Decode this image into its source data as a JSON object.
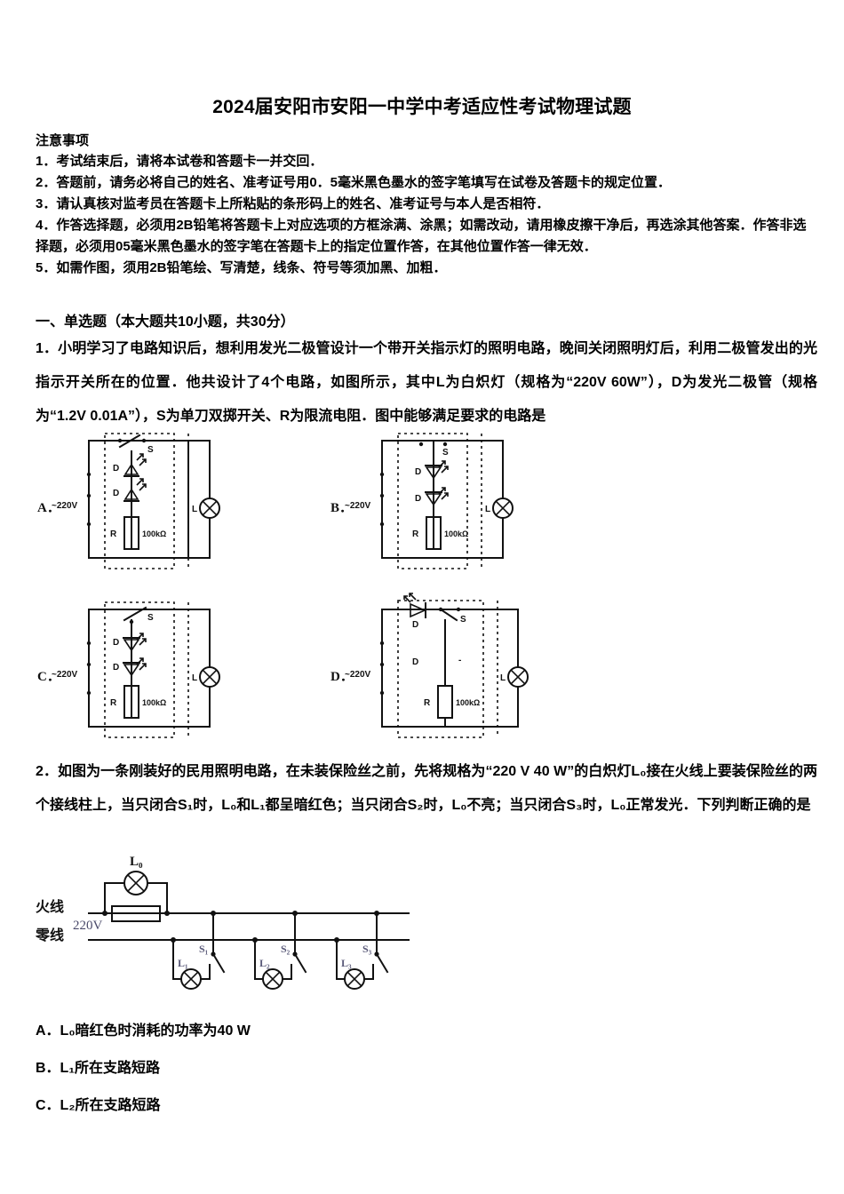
{
  "document": {
    "title": "2024届安阳市安阳一中学中考适应性考试物理试题"
  },
  "notice": {
    "heading": "注意事项",
    "items": [
      "1．考试结束后，请将本试卷和答题卡一并交回．",
      "2．答题前，请务必将自己的姓名、准考证号用0．5毫米黑色墨水的签字笔填写在试卷及答题卡的规定位置．",
      "3．请认真核对监考员在答题卡上所粘贴的条形码上的姓名、准考证号与本人是否相符．",
      "4．作答选择题，必须用2B铅笔将答题卡上对应选项的方框涂满、涂黑；如需改动，请用橡皮擦干净后，再选涂其他答案．作答非选择题，必须用05毫米黑色墨水的签字笔在答题卡上的指定位置作答，在其他位置作答一律无效．",
      "5．如需作图，须用2B铅笔绘、写清楚，线条、符号等须加黑、加粗．"
    ]
  },
  "section": {
    "heading": "一、单选题（本大题共10小题，共30分）"
  },
  "question1": {
    "number": "1．",
    "text": "小明学习了电路知识后，想利用发光二极管设计一个带开关指示灯的照明电路，晚间关闭照明灯后，利用二极管发出的光指示开关所在的位置．他共设计了4个电路，如图所示，其中L为白炽灯（规格为“220V 60W”），D为发光二极管（规格为“1.2V 0.01A”），S为单刀双掷开关、R为限流电阻．图中能够满足要求的电路是",
    "circuits": [
      {
        "letter": "A．",
        "source_label": "~220V",
        "switch_label": "S",
        "diode_labels": [
          "D",
          "D"
        ],
        "resistor_label": "R",
        "resistor_value": "100kΩ",
        "lamp_label": "L"
      },
      {
        "letter": "B．",
        "source_label": "~220V",
        "switch_label": "S",
        "diode_labels": [
          "D",
          "D"
        ],
        "resistor_label": "R",
        "resistor_value": "100kΩ",
        "lamp_label": "L"
      },
      {
        "letter": "C．",
        "source_label": "~220V",
        "switch_label": "S",
        "diode_labels": [
          "D",
          "D"
        ],
        "resistor_label": "R",
        "resistor_value": "100kΩ",
        "lamp_label": "L"
      },
      {
        "letter": "D．",
        "source_label": "~220V",
        "switch_label": "S",
        "diode_labels": [
          "D",
          "D"
        ],
        "resistor_label": "R",
        "resistor_value": "100kΩ",
        "lamp_label": "L"
      }
    ]
  },
  "question2": {
    "number": "2．",
    "text": "如图为一条刚装好的民用照明电路，在未装保险丝之前，先将规格为“220 V 40 W”的白炽灯L₀接在火线上要装保险丝的两个接线柱上，当只闭合S₁时，L₀和L₁都呈暗红色；当只闭合S₂时，L₀不亮；当只闭合S₃时，L₀正常发光．下列判断正确的是",
    "figure": {
      "live_wire_label": "火线",
      "neutral_wire_label": "零线",
      "voltage_label": "220V",
      "main_lamp_label": "L₀",
      "branches": [
        {
          "lamp_label": "L₁",
          "switch_label": "S₁"
        },
        {
          "lamp_label": "L₂",
          "switch_label": "S₂"
        },
        {
          "lamp_label": "L₃",
          "switch_label": "S₃"
        }
      ]
    },
    "options": [
      "A．L₀暗红色时消耗的功率为40 W",
      "B．L₁所在支路短路",
      "C．L₂所在支路短路"
    ]
  }
}
